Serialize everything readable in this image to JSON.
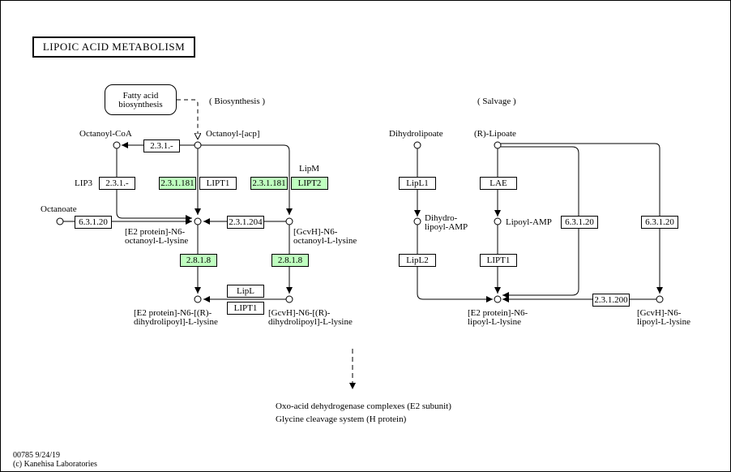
{
  "title": "LIPOIC ACID METABOLISM",
  "sections": {
    "biosynthesis": "( Biosynthesis )",
    "salvage": "( Salvage )"
  },
  "pathway_box": {
    "line1": "Fatty acid",
    "line2": "biosynthesis"
  },
  "compounds": {
    "octanoyl_coa": "Octanoyl-CoA",
    "octanoyl_acp": "Octanoyl-[acp]",
    "octanoate": "Octanoate",
    "e2_octanoyl_l1": "[E2 protein]-N6-",
    "e2_octanoyl_l2": "octanoyl-L-lysine",
    "gcvh_octanoyl_l1": "[GcvH]-N6-",
    "gcvh_octanoyl_l2": "octanoyl-L-lysine",
    "e2_dihydro_l1": "[E2 protein]-N6-[(R)-",
    "e2_dihydro_l2": "dihydrolipoyl]-L-lysine",
    "gcvh_dihydro_l1": "[GcvH]-N6-[(R)-",
    "gcvh_dihydro_l2": "dihydrolipoyl]-L-lysine",
    "dihydrolipoate": "Dihydrolipoate",
    "r_lipoate": "(R)-Lipoate",
    "dihydrolipoyl_amp_l1": "Dihydro-",
    "dihydrolipoyl_amp_l2": "lipoyl-AMP",
    "lipoyl_amp": "Lipoyl-AMP",
    "e2_lipoyl_l1": "[E2 protein]-N6-",
    "e2_lipoyl_l2": "lipoyl-L-lysine",
    "gcvh_lipoyl_l1": "[GcvH]-N6-",
    "gcvh_lipoyl_l2": "lipoyl-L-lysine"
  },
  "labels": {
    "lip3": "LIP3",
    "lipm": "LipM"
  },
  "enzymes": {
    "e231_top": "2.3.1.-",
    "e231_left": "2.3.1.-",
    "e23118_a": "2.3.1.181",
    "lipt1_a": "LIPT1",
    "e23118_b": "2.3.1.181",
    "lipt2": "LIPT2",
    "e6310_left": "6.3.1.20",
    "e231204": "2.3.1.204",
    "e2818_a": "2.8.1.8",
    "e2818_b": "2.8.1.8",
    "lipl": "LipL",
    "lipt1_b": "LIPT1",
    "lipl1": "LipL1",
    "lae": "LAE",
    "lipl2": "LipL2",
    "lipt1_c": "LIPT1",
    "e6310_mid": "6.3.1.20",
    "e6310_right": "6.3.1.20",
    "e231200": "2.3.1.200"
  },
  "output": {
    "line1": "Oxo-acid dehydrogenase complexes (E2 subunit)",
    "line2": "Glycine cleavage system (H protein)"
  },
  "footer": {
    "line1": "00785 9/24/19",
    "line2": "(c) Kanehisa Laboratories"
  },
  "colors": {
    "highlight": "#bfffbf",
    "line": "#000000"
  }
}
